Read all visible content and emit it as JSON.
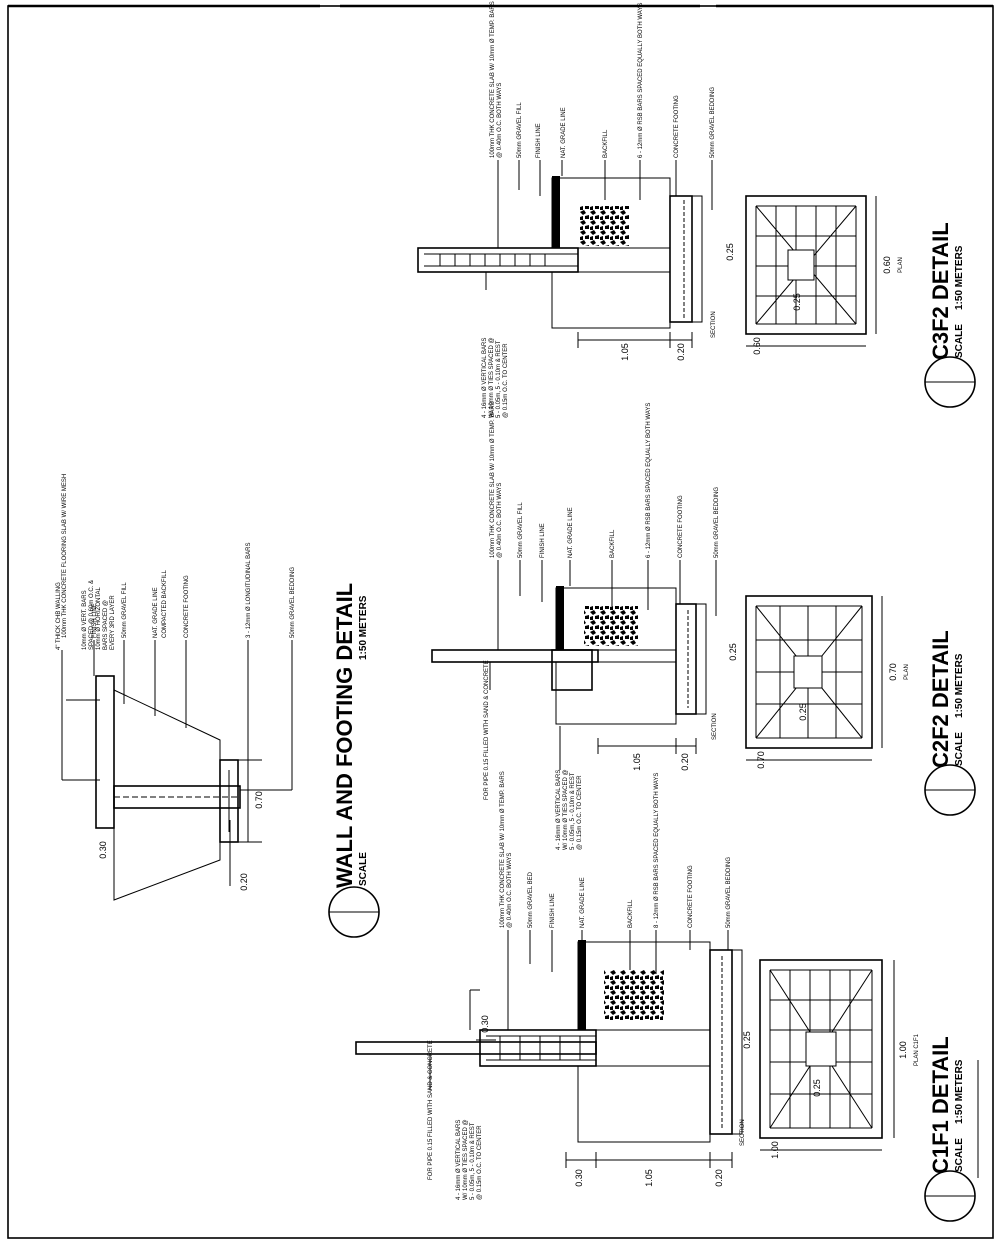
{
  "sheet": {
    "border_color": "#000000",
    "paper_color": "#ffffff"
  },
  "details": {
    "c1f1": {
      "title": "C1F1 DETAIL",
      "scale_word": "SCALE",
      "scale_value": "1:50 METERS",
      "section_label": "SECTION",
      "plan_label": "PLAN C1F1",
      "dims": {
        "top": "0.30",
        "height": "1.05",
        "base": "0.20",
        "plan_width": "1.00",
        "plan_height": "1.00",
        "col_w": "0.25",
        "col_h": "0.25"
      },
      "notes_left": [
        "4 - 16mm Ø VERTICAL BARS",
        "W/ 10mm Ø TIES SPACED @",
        "5 - 0.05m, 5 - 0.10m & REST",
        "@ 0.15m O.C. TO CENTER"
      ],
      "note_top_left": "FOR PIPE 0.15 FILLED WITH SAND & CONCRETE",
      "notes_right": [
        "100mm THK CONCRETE SLAB W/ 10mm Ø TEMP. BARS",
        "@ 0.40m O.C. BOTH WAYS",
        "50mm GRAVEL BED",
        "FINISH LINE",
        "NAT. GRADE LINE",
        "BACKFILL",
        "8 - 12mm Ø RSB BARS SPACED EQUALLY BOTH WAYS",
        "CONCRETE FOOTING",
        "50mm GRAVEL BEDDING"
      ]
    },
    "c2f2": {
      "title": "C2F2 DETAIL",
      "scale_word": "SCALE",
      "scale_value": "1:50 METERS",
      "section_label": "SECTION",
      "plan_label": "PLAN",
      "dims": {
        "height": "1.05",
        "base": "0.20",
        "plan_width": "0.70",
        "plan_height": "0.70",
        "col_w": "0.25",
        "col_h": "0.25"
      },
      "notes_left": [
        "4 - 16mm Ø VERTICAL BARS",
        "W/ 10mm Ø TIES SPACED @",
        "5 - 0.05m, 5 - 0.10m & REST",
        "@ 0.15m O.C. TO CENTER"
      ],
      "note_top_left": "FOR PIPE 0.15 FILLED WITH SAND & CONCRETE",
      "notes_right": [
        "100mm THK CONCRETE SLAB W/ 10mm Ø TEMP. BARS",
        "@ 0.40m O.C. BOTH WAYS",
        "50mm GRAVEL FILL",
        "FINISH LINE",
        "NAT. GRADE LINE",
        "BACKFILL",
        "6 - 12mm Ø RSB BARS SPACED EQUALLY BOTH WAYS",
        "CONCRETE FOOTING",
        "50mm GRAVEL BEDDING"
      ]
    },
    "c3f2": {
      "title": "C3F2 DETAIL",
      "scale_word": "SCALE",
      "scale_value": "1:50 METERS",
      "section_label": "SECTION",
      "plan_label": "PLAN",
      "dims": {
        "height": "1.05",
        "base": "0.20",
        "plan_width": "0.60",
        "plan_height": "0.60",
        "col_w": "0.25",
        "col_h": "0.25"
      },
      "notes_left": [
        "4 - 16mm Ø VERTICAL BARS",
        "W/ 10mm Ø TIES SPACED @",
        "5 - 0.05m, 5 - 0.10m & REST",
        "@ 0.15m O.C. TO CENTER"
      ],
      "notes_right": [
        "100mm THK CONCRETE SLAB W/ 10mm Ø TEMP. BARS",
        "@ 0.40m O.C. BOTH WAYS",
        "50mm GRAVEL FILL",
        "FINISH LINE",
        "NAT. GRADE LINE",
        "BACKFILL",
        "6 - 12mm Ø RSB BARS SPACED EQUALLY BOTH WAYS",
        "CONCRETE FOOTING",
        "50mm GRAVEL BEDDING"
      ]
    },
    "wall": {
      "title": "WALL AND FOOTING DETAIL",
      "scale_word": "SCALE",
      "scale_value": "1:50 METERS",
      "dims": {
        "wall": "0.30",
        "footing": "0.70",
        "base": "0.20"
      },
      "notes_left": [
        "4\" THICK CHB WALLING",
        "10mm Ø VERT. BARS",
        "SPACED @ 0.60m O.C. &",
        "10mm Ø HORIZONTAL",
        "BARS SPACED @",
        "EVERY 3RD LAYER"
      ],
      "notes_right": [
        "100mm THK CONCRETE FLOORING SLAB W/ WIRE MESH",
        "FINISH LINE",
        "50mm GRAVEL FILL",
        "NAT. GRADE LINE",
        "COMPACTED BACKFILL",
        "CONCRETE FOOTING",
        "3 - 12mm Ø LONGITUDINAL BARS",
        "50mm GRAVEL BEDDING"
      ]
    }
  }
}
